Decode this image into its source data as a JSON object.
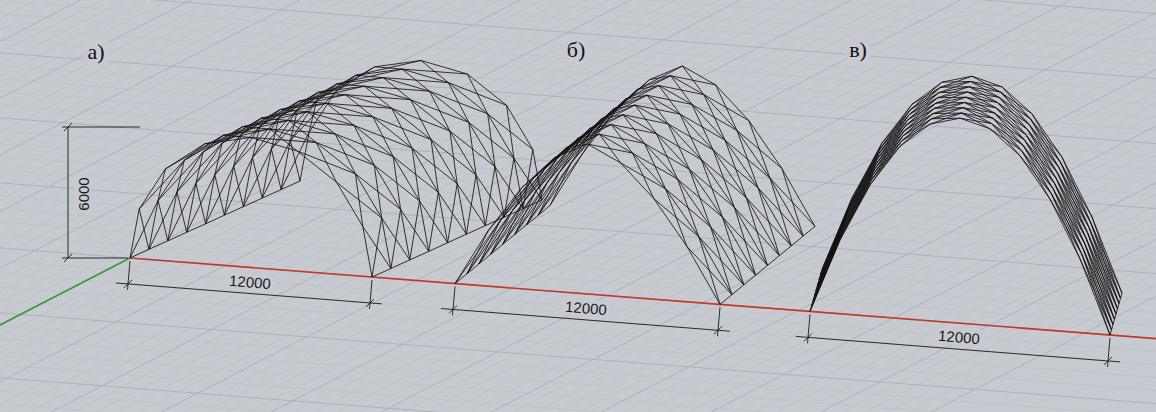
{
  "diagram": {
    "labels": [
      "а)",
      "б)",
      "в)",
      "6000",
      "12000",
      "12000",
      "12000"
    ]
  }
}
